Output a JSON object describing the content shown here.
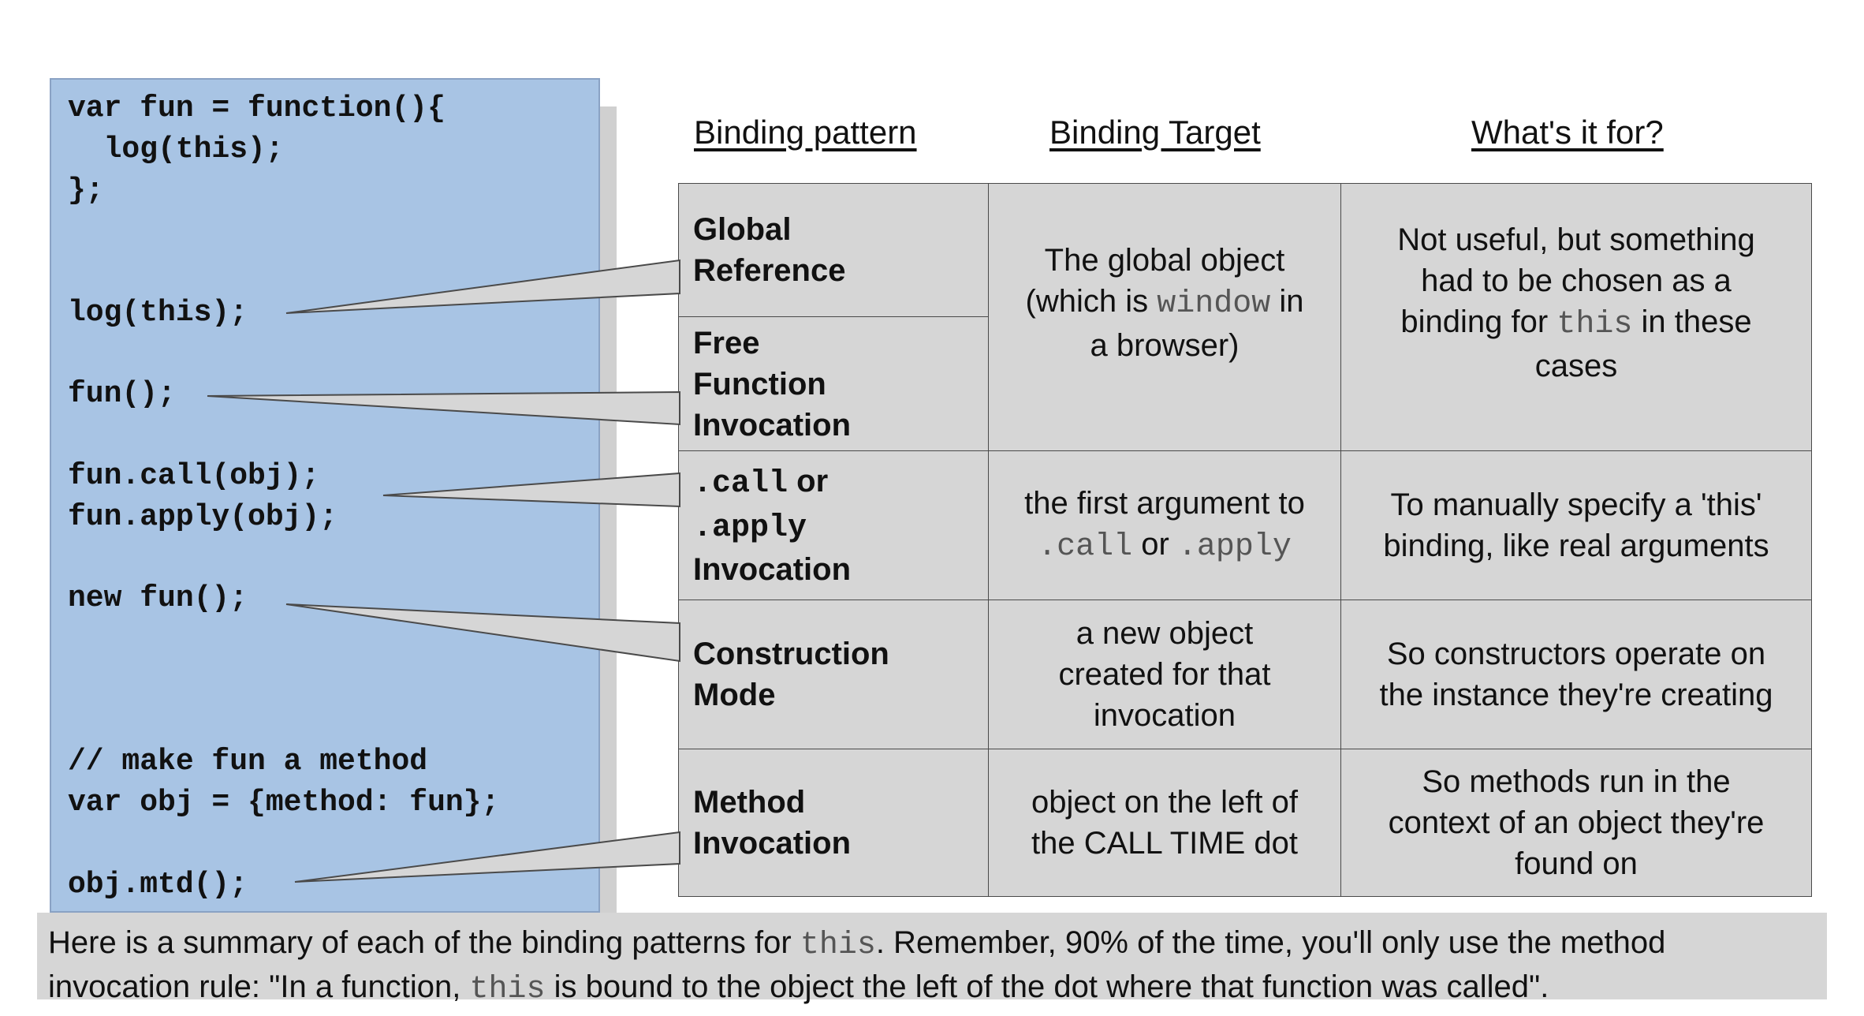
{
  "code": {
    "lines": [
      "var fun = function(){",
      "  log(this);",
      "};",
      "log(this);",
      "fun();",
      "fun.call(obj);",
      "fun.apply(obj);",
      "new fun();",
      "// make fun a method",
      "var obj = {method: fun};",
      "obj.mtd();"
    ]
  },
  "headers": {
    "pattern": "Binding pattern",
    "target": "Binding Target",
    "purpose": "What's it for?"
  },
  "rows": {
    "global_ref": {
      "line1": "Global",
      "line2": "Reference"
    },
    "free_func": {
      "line1": "Free",
      "line2": "Function",
      "line3": "Invocation"
    },
    "call_apply": {
      "code1": ".call",
      "or": " or",
      "code2": ".apply",
      "line3": "Invocation"
    },
    "construction": {
      "line1": "Construction",
      "line2": "Mode"
    },
    "method": {
      "line1": "Method",
      "line2": "Invocation"
    }
  },
  "targets": {
    "global": {
      "line1": "The global object",
      "pre": "(which is ",
      "code": "window",
      "post": " in",
      "line3": "a browser)"
    },
    "call_apply": {
      "line1": "the first argument to",
      "code1": ".call",
      "or": " or ",
      "code2": ".apply"
    },
    "construction": {
      "line1": "a new object",
      "line2": "created for that",
      "line3": "invocation"
    },
    "method": {
      "line1": "object on the left of",
      "line2": "the CALL TIME dot"
    }
  },
  "purposes": {
    "global": {
      "line1": "Not useful, but something",
      "line2": "had to be chosen as a",
      "pre": "binding for ",
      "code": "this",
      "post": " in these",
      "line4": "cases"
    },
    "call_apply": {
      "line1": "To manually specify a 'this'",
      "line2": "binding, like real arguments"
    },
    "construction": {
      "line1": "So constructors operate on",
      "line2": "the instance they're creating"
    },
    "method": {
      "line1": "So methods run in the",
      "line2": "context of an object they're",
      "line3": "found on"
    }
  },
  "footer": {
    "p1": "Here is a summary of each of the binding patterns for ",
    "code1": "this",
    "p2": ". Remember, 90% of the time, you'll only use the method",
    "p3": "invocation rule: \"In a function, ",
    "code2": "this",
    "p4": " is bound to the object the left of the dot where that function was called\"."
  }
}
